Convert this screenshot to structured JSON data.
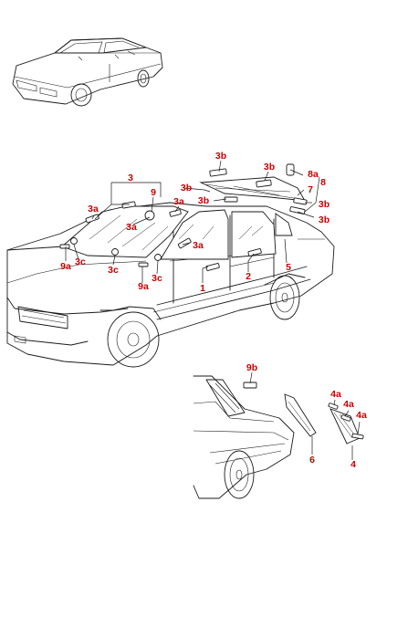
{
  "palette": {
    "callout": "#c80000",
    "ink": "#1a1a1a",
    "background": "#ffffff"
  },
  "callouts": {
    "c3": "3",
    "c9": "9",
    "c3a_1": "3a",
    "c3a_2": "3a",
    "c3a_3": "3a",
    "c3a_4": "3a",
    "c3b_1": "3b",
    "c3b_2": "3b",
    "c3b_3": "3b",
    "c3b_4": "3b",
    "c3b_5": "3b",
    "c3b_6": "3b",
    "c8a": "8a",
    "c8": "8",
    "c7": "7",
    "c9a_1": "9a",
    "c9a_2": "9a",
    "c3c_1": "3c",
    "c3c_2": "3c",
    "c3c_3": "3c",
    "c1": "1",
    "c2": "2",
    "c5": "5",
    "c9b": "9b",
    "c4a_1": "4a",
    "c4a_2": "4a",
    "c4a_3": "4a",
    "c6": "6",
    "c4": "4"
  }
}
